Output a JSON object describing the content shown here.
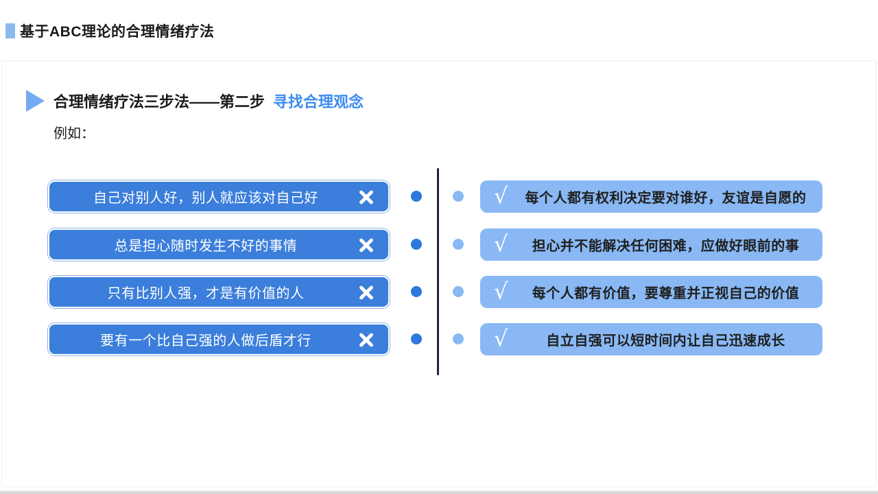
{
  "page": {
    "title": "基于ABC理论的合理情绪疗法",
    "heading": "合理情绪疗法三步法——第二步",
    "heading_highlight": "寻找合理观念",
    "example_label": "例如："
  },
  "icons": {
    "check": "√",
    "title_bullet": "square-bullet",
    "heading_bullet": "right-triangle",
    "negative_mark": "x-cross"
  },
  "rows": [
    {
      "irrational": "自己对别人好，别人就应该对自己好",
      "rational": "每个人都有权利决定要对谁好，友谊是自愿的"
    },
    {
      "irrational": "总是担心随时发生不好的事情",
      "rational": "担心并不能解决任何困难，应做好眼前的事"
    },
    {
      "irrational": "只有比别人强，才是有价值的人",
      "rational": "每个人都有价值，要尊重并正视自己的价值"
    },
    {
      "irrational": "要有一个比自己强的人做后盾才行",
      "rational": "自立自强可以短时间内让自己迅速成长"
    }
  ],
  "colors": {
    "irrational_box_fill": "#3b7edb",
    "irrational_box_ring": "#8cb2e8",
    "rational_box_fill": "#89b8f4",
    "dot_left": "#2d77dd",
    "dot_right": "#89b8f4",
    "divider": "#2c1c3e",
    "heading_highlight": "#3c8cf0",
    "title_bullet": "#8cb9ee",
    "triangle": "#74aaf2",
    "text_dark": "#1a1a1a",
    "text_white": "#ffffff"
  }
}
